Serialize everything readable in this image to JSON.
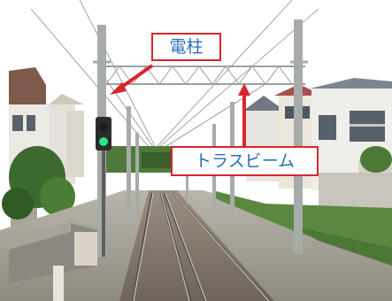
{
  "annotations": {
    "pole_label": "電柱",
    "truss_beam_label": "トラスビーム"
  },
  "colors": {
    "callout_border": "#d8262e",
    "callout_text": "#2a6fb8",
    "arrow": "#d8262e",
    "signal_light": "#2de08a",
    "sky": "#ffffff"
  },
  "icons": {
    "signal": "green-signal-light"
  }
}
